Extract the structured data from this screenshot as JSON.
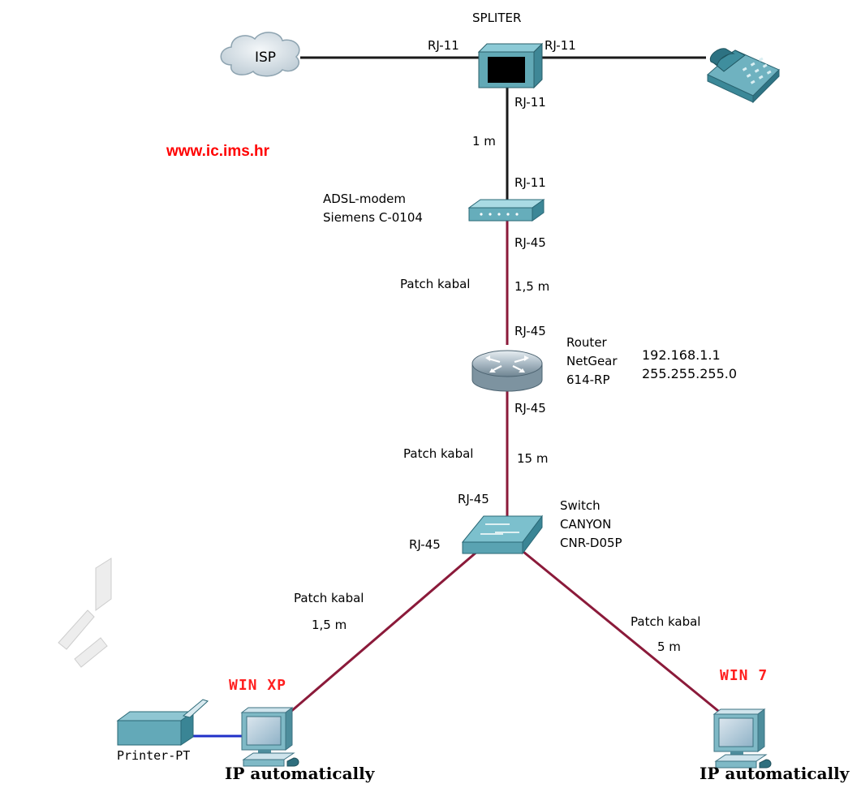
{
  "colors": {
    "phone_line": "#1a1a1a",
    "ethernet_line": "#8b1a3a",
    "printer_line": "#2030c8",
    "device_teal": "#4a9aa8",
    "accent_red": "#ff0000"
  },
  "website": "www.ic.ims.hr",
  "nodes": {
    "isp": {
      "label": "ISP",
      "icon": "cloud-icon"
    },
    "spliter": {
      "label": "SPLITER",
      "icon": "splitter-icon"
    },
    "telephone": {
      "icon": "telephone-icon"
    },
    "modem": {
      "label_lines": [
        "ADSL-modem",
        "Siemens C-0104"
      ],
      "icon": "modem-icon"
    },
    "router": {
      "label_lines": [
        "Router",
        "NetGear",
        "614-RP"
      ],
      "ip": "192.168.1.1",
      "mask": "255.255.255.0",
      "icon": "router-icon"
    },
    "switch": {
      "label_lines": [
        "Switch",
        "CANYON",
        "CNR-D05P"
      ],
      "icon": "switch-icon"
    },
    "pc_xp": {
      "label": "WIN XP",
      "ip_note": "IP automatically",
      "icon": "pc-icon"
    },
    "pc_7": {
      "label": "WIN 7",
      "ip_note": "IP automatically",
      "icon": "pc-icon"
    },
    "printer": {
      "label": "Printer-PT",
      "icon": "printer-icon"
    }
  },
  "links": {
    "isp_spliter": {
      "port_spliter": "RJ-11"
    },
    "spliter_phone": {
      "port_spliter": "RJ-11"
    },
    "spliter_modem": {
      "port_top": "RJ-11",
      "length": "1 m",
      "port_bottom": "RJ-11"
    },
    "modem_router": {
      "port_top": "RJ-45",
      "cable": "Patch kabal",
      "length": "1,5 m",
      "port_bottom": "RJ-45"
    },
    "router_switch": {
      "port_top": "RJ-45",
      "cable": "Patch kabal",
      "length": "15 m",
      "port_bottom": "RJ-45"
    },
    "switch_xp": {
      "port_switch": "RJ-45",
      "cable": "Patch kabal",
      "length": "1,5 m"
    },
    "switch_7": {
      "cable": "Patch kabal",
      "length": "5 m"
    }
  }
}
